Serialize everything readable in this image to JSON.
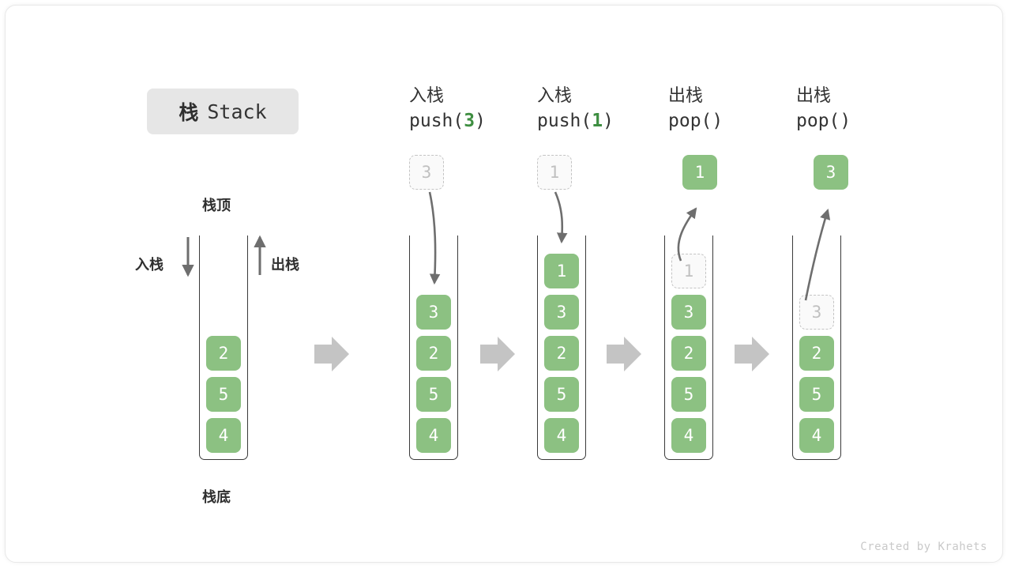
{
  "title": {
    "cn": "栈",
    "en": "Stack"
  },
  "left_stack": {
    "top_label": "栈顶",
    "bottom_label": "栈底",
    "push_label": "入栈",
    "pop_label": "出栈",
    "items": [
      "2",
      "5",
      "4"
    ]
  },
  "colors": {
    "node_green": "#8cc182",
    "accent_green": "#3e8e41",
    "ghost_border": "#c4c4c4",
    "ghost_text": "#c0c0c0",
    "tube_stroke": "#3a3a3a",
    "arrow_gray": "#6e6e6e",
    "block_arrow_gray": "#c4c4c4",
    "pill_bg": "#e6e6e6"
  },
  "columns": [
    {
      "id": "push-3",
      "head_cn": "入栈",
      "head_code_prefix": "push(",
      "head_code_num": "3",
      "head_code_suffix": ")",
      "floating": {
        "value": "3",
        "style": "ghost",
        "position": "above"
      },
      "items": [
        "3",
        "2",
        "5",
        "4"
      ],
      "ghost_in_stack": null
    },
    {
      "id": "push-1",
      "head_cn": "入栈",
      "head_code_prefix": "push(",
      "head_code_num": "1",
      "head_code_suffix": ")",
      "floating": {
        "value": "1",
        "style": "ghost",
        "position": "above"
      },
      "items": [
        "1",
        "3",
        "2",
        "5",
        "4"
      ],
      "ghost_in_stack": null
    },
    {
      "id": "pop-1",
      "head_cn": "出栈",
      "head_code_prefix": "pop(",
      "head_code_num": "",
      "head_code_suffix": ")",
      "floating": {
        "value": "1",
        "style": "solid",
        "position": "above"
      },
      "items": [
        "3",
        "2",
        "5",
        "4"
      ],
      "ghost_in_stack": "1"
    },
    {
      "id": "pop-3",
      "head_cn": "出栈",
      "head_code_prefix": "pop(",
      "head_code_num": "",
      "head_code_suffix": ")",
      "floating": {
        "value": "3",
        "style": "solid",
        "position": "above"
      },
      "items": [
        "2",
        "5",
        "4"
      ],
      "ghost_in_stack": "3"
    }
  ],
  "watermark": "Created by Krahets"
}
